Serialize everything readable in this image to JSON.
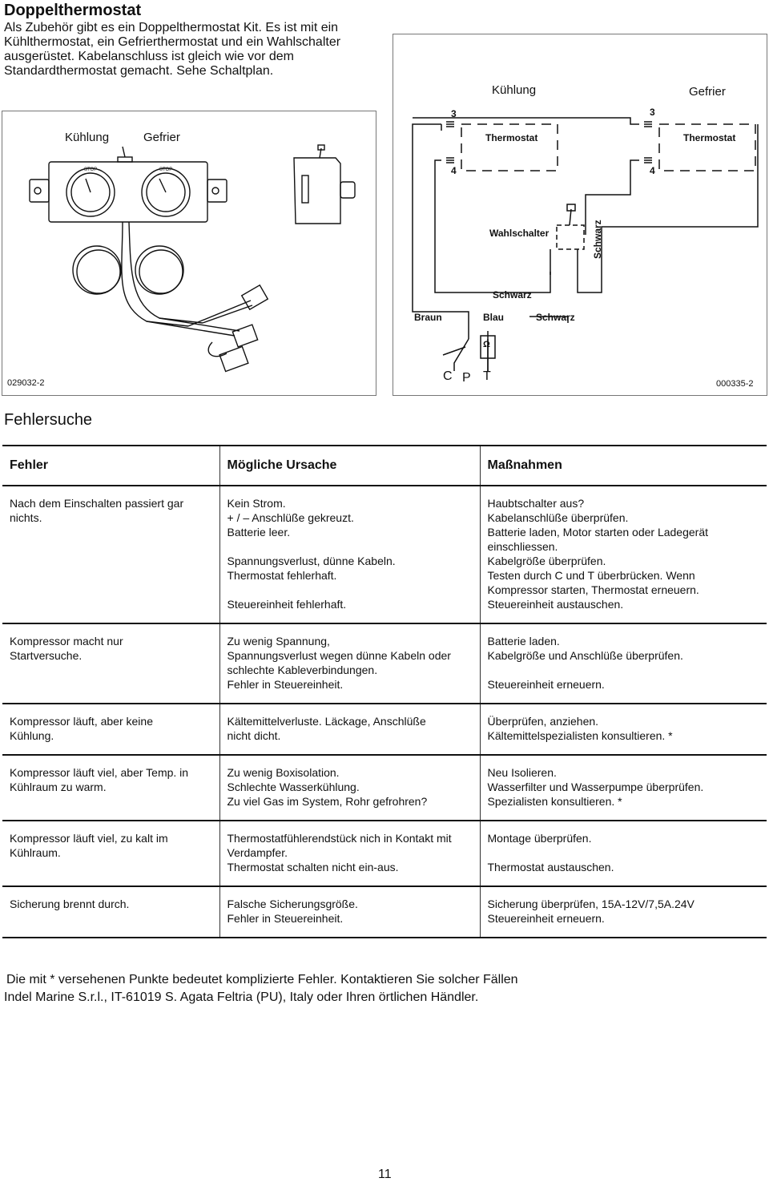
{
  "heading": "Doppelthermostat",
  "intro": "Als Zubehör gibt es ein Doppelthermostat Kit. Es ist mit ein Kühlthermostat, ein Gefrierthermostat und ein Wahlschalter ausgerüstet. Kabelanschluss ist gleich wie vor dem Standardthermostat gemacht. Sehe Schaltplan.",
  "figure_left": {
    "label_cool": "Kühlung",
    "label_freeze": "Gefrier",
    "knob_label_1": "STOP",
    "knob_label_2": "STOP",
    "code": "029032-2"
  },
  "figure_right": {
    "label_cool": "Kühlung",
    "label_freeze": "Gefrier",
    "thermo_1": "Thermostat",
    "thermo_2": "Thermostat",
    "pin3_a": "3",
    "pin3_b": "3",
    "pin4_a": "4",
    "pin4_b": "4",
    "switch": "Wahlschalter",
    "wire_black_v": "Schwarz",
    "wire_black_h": "Schwarz",
    "wire_brown": "Braun",
    "wire_blue": "Blau",
    "wire_black_bottom": "Schwarz",
    "omega": "Ω",
    "term_c": "C",
    "term_p": "P",
    "term_t": "T",
    "code": "000335-2"
  },
  "section_title": "Fehlersuche",
  "table": {
    "headers": [
      "Fehler",
      "Mögliche Ursache",
      "Maßnahmen"
    ],
    "rows": [
      {
        "fault": [
          "Nach dem Einschalten passiert gar",
          "nichts."
        ],
        "cause": [
          "Kein Strom.",
          "+ / – Anschlüße gekreuzt.",
          "Batterie leer.",
          "",
          "Spannungsverlust, dünne Kabeln.",
          "Thermostat fehlerhaft.",
          "",
          "Steuereinheit fehlerhaft."
        ],
        "action": [
          "Haubtschalter aus?",
          "Kabelanschlüße überprüfen.",
          "Batterie laden, Motor starten oder Ladegerät",
          "einschliessen.",
          "Kabelgröße überprüfen.",
          "Testen durch C und T überbrücken. Wenn",
          "Kompressor starten, Thermostat erneuern.",
          "Steuereinheit austauschen."
        ]
      },
      {
        "fault": [
          "Kompressor macht nur",
          "Startversuche."
        ],
        "cause": [
          "Zu wenig Spannung,",
          "Spannungsverlust wegen dünne Kabeln oder",
          "schlechte Kableverbindungen.",
          "Fehler in Steuereinheit."
        ],
        "action": [
          "Batterie laden.",
          "Kabelgröße und Anschlüße überprüfen.",
          "",
          "Steuereinheit erneuern."
        ]
      },
      {
        "fault": [
          "Kompressor läuft, aber keine",
          "Kühlung."
        ],
        "cause": [
          "Kältemittelverluste. Läckage, Anschlüße",
          "nicht dicht."
        ],
        "action": [
          "Überprüfen, anziehen.",
          "Kältemittelspezialisten konsultieren. *"
        ]
      },
      {
        "fault": [
          "Kompressor läuft viel, aber Temp. in",
          "Kühlraum zu warm."
        ],
        "cause": [
          "Zu wenig Boxisolation.",
          "Schlechte Wasserkühlung.",
          "Zu viel Gas im System, Rohr gefrohren?"
        ],
        "action": [
          "Neu Isolieren.",
          "Wasserfilter und Wasserpumpe überprüfen.",
          "Spezialisten konsultieren. *"
        ]
      },
      {
        "fault": [
          "Kompressor läuft viel, zu kalt im",
          "Kühlraum."
        ],
        "cause": [
          "Thermostatfühlerendstück nich in Kontakt mit",
          "Verdampfer.",
          "Thermostat schalten nicht ein-aus."
        ],
        "action": [
          "Montage überprüfen.",
          "",
          "Thermostat austauschen."
        ]
      },
      {
        "fault": [
          "Sicherung brennt durch."
        ],
        "cause": [
          "Falsche Sicherungsgröße.",
          "Fehler in Steuereinheit."
        ],
        "action": [
          "Sicherung überprüfen, 15A-12V/7,5A.24V",
          "Steuereinheit erneuern."
        ]
      }
    ]
  },
  "footnote_1": "Die mit * versehenen Punkte bedeutet komplizierte Fehler. Kontaktieren Sie solcher Fällen",
  "footnote_2": "Indel Marine S.r.l., IT-61019 S. Agata Feltria (PU), Italy oder Ihren örtlichen Händler.",
  "page_number": "11"
}
